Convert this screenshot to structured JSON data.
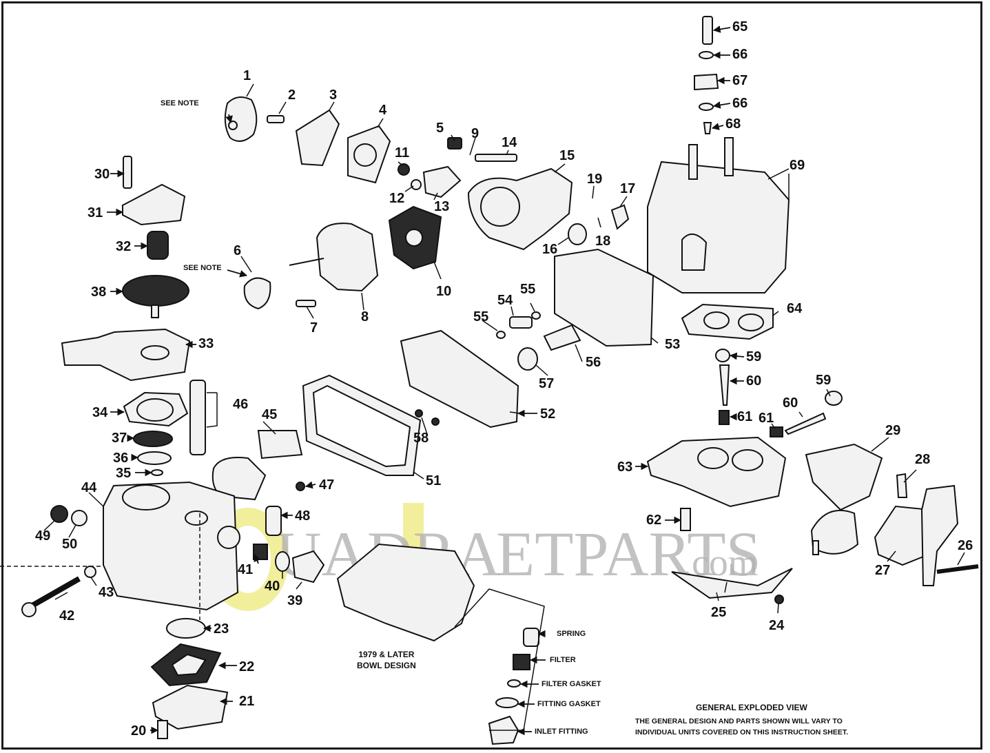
{
  "labels": {
    "n1": "1",
    "n2": "2",
    "n3": "3",
    "n4": "4",
    "n5": "5",
    "n6": "6",
    "n7": "7",
    "n8": "8",
    "n9": "9",
    "n10": "10",
    "n11": "11",
    "n12": "12",
    "n13": "13",
    "n14": "14",
    "n15": "15",
    "n16": "16",
    "n17": "17",
    "n18": "18",
    "n19": "19",
    "n20": "20",
    "n21": "21",
    "n22": "22",
    "n23": "23",
    "n24": "24",
    "n25": "25",
    "n26": "26",
    "n27": "27",
    "n28": "28",
    "n29": "29",
    "n30": "30",
    "n31": "31",
    "n32": "32",
    "n33": "33",
    "n34": "34",
    "n35": "35",
    "n36": "36",
    "n37": "37",
    "n38": "38",
    "n39": "39",
    "n40": "40",
    "n41": "41",
    "n42": "42",
    "n43": "43",
    "n44": "44",
    "n45": "45",
    "n46": "46",
    "n47": "47",
    "n48": "48",
    "n49": "49",
    "n50": "50",
    "n51": "51",
    "n52": "52",
    "n53": "53",
    "n54": "54",
    "n55a": "55",
    "n55b": "55",
    "n56": "56",
    "n57": "57",
    "n58": "58",
    "n59a": "59",
    "n59b": "59",
    "n60a": "60",
    "n60b": "60",
    "n61a": "61",
    "n61b": "61",
    "n62": "62",
    "n63": "63",
    "n64": "64",
    "n65": "65",
    "n66a": "66",
    "n66b": "66",
    "n67": "67",
    "n68": "68",
    "n69": "69"
  },
  "notes": {
    "see_note_1": "SEE NOTE",
    "see_note_2": "SEE NOTE"
  },
  "inlet": {
    "spring": "SPRING",
    "filter": "FILTER",
    "filter_gasket": "FILTER GASKET",
    "fitting_gasket": "FITTING GASKET",
    "inlet_fitting": "INLET FITTING"
  },
  "bowl_design": {
    "line1": "1979 & LATER",
    "line2": "BOWL DESIGN"
  },
  "caption": {
    "title": "GENERAL EXPLODED VIEW",
    "line1": "THE GENERAL DESIGN AND PARTS SHOWN WILL VARY TO",
    "line2": "INDIVIDUAL UNITS COVERED ON THIS INSTRUCTION SHEET."
  },
  "watermark": {
    "text": "QuadraJetParts.com",
    "colors": {
      "gray": "#b3b3b3",
      "yellow": "#ecea7a"
    }
  },
  "colors": {
    "ink": "#111111",
    "part_fill": "#f2f2f2",
    "dark_fill": "#2a2a2a"
  }
}
